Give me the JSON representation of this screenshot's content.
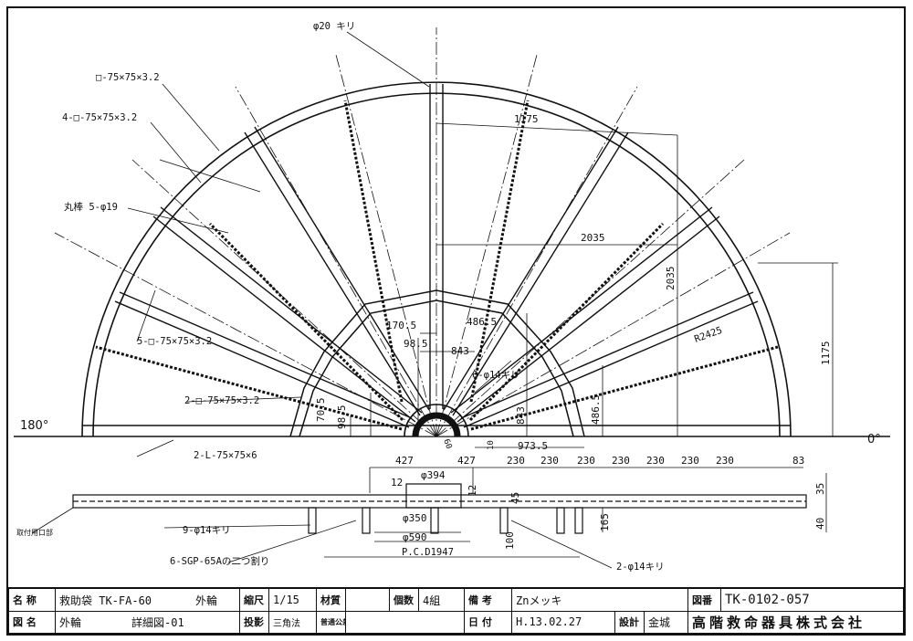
{
  "labels": {
    "hole_top": "φ20 キリ",
    "member_outer": "□-75×75×3.2",
    "member_4": "4-□-75×75×3.2",
    "rung_5": "丸棒 5-φ19",
    "member_5": "5-□-75×75×3.2",
    "member_2": "2-□-75×75×3.2",
    "angle_2": "2-L-75×75×6",
    "holes_6": "6-φ14キリ",
    "holes_9": "9-φ14キリ",
    "pipe": "6-SGP-65Aの二つ割り",
    "holes_2": "2-φ14キリ",
    "joint": "取付用口部",
    "r_label": "R2425",
    "pcd": "P.C.D1947",
    "angle_180": "180°",
    "angle_0": "0°"
  },
  "dims": {
    "d1175_top": "1175",
    "d2035_h": "2035",
    "d2035_v": "2035",
    "d1175_right": "1175",
    "d170_5": "170.5",
    "d486_5_top": "486.5",
    "d98_5_top": "98.5",
    "d843_h": "843",
    "d843_v": "843",
    "d70_5": "70.5",
    "d98_5_left": "98.5",
    "d486_5_right": "486.5",
    "d973_5": "973.5",
    "d427_l": "427",
    "d427_r": "427",
    "d230": [
      "230",
      "230",
      "230",
      "230",
      "230",
      "230",
      "230"
    ],
    "d83": "83",
    "d35": "35",
    "d12_l": "12",
    "d12_r": "12",
    "d394": "φ394",
    "d350": "φ350",
    "d590": "φ590",
    "d165": "165",
    "d40": "40",
    "d45": "45",
    "d100": "100",
    "d60": "60",
    "d10": "10"
  },
  "title_block": {
    "name_label": "名 称",
    "name_value": "救助袋 TK-FA-60",
    "name_part": "外輪",
    "scale_label": "縮尺",
    "scale_value": "1/15",
    "material_label": "材質",
    "qty_label": "個数",
    "qty_value": "4組",
    "note_label": "備 考",
    "note_value": "Znメッキ",
    "drawing_no_label": "図番",
    "drawing_no_value": "TK-0102-057",
    "drawing_name_label": "図 名",
    "drawing_name_value": "外輪",
    "drawing_name_detail": "詳細図-01",
    "projection_label": "投影",
    "projection_value": "三角法",
    "tolerance_label": "普通公差",
    "date_label": "日 付",
    "date_value": "H.13.02.27",
    "design_label": "設計",
    "designer": "金城",
    "company": "高階救命器具株式会社"
  }
}
